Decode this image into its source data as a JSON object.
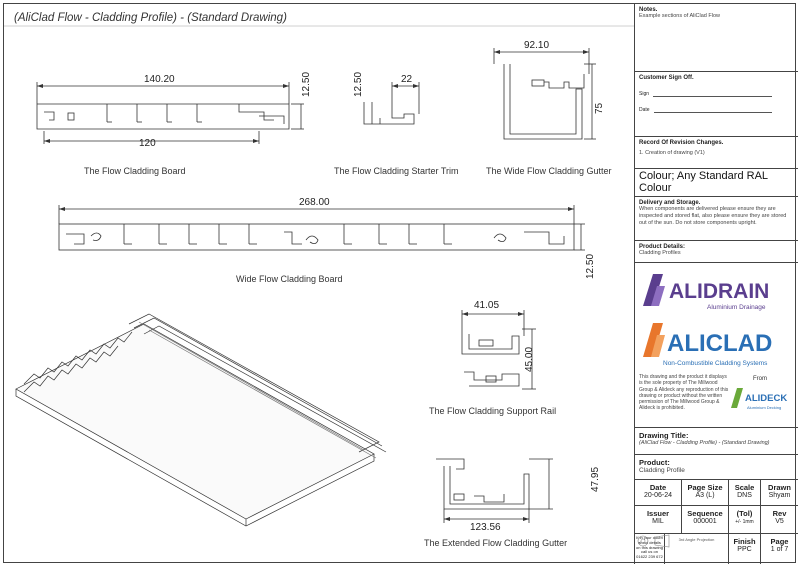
{
  "title": "(AliClad Flow - Cladding Profile) - (Standard Drawing)",
  "profiles": {
    "board": {
      "label": "The Flow Cladding Board",
      "dim_width": "140.20",
      "dim_height": "12.50",
      "dim_bottom": "120"
    },
    "starter": {
      "label": "The Flow Cladding Starter Trim",
      "dim_width": "22",
      "dim_height": "12.50"
    },
    "gutter": {
      "label": "The Wide Flow Cladding Gutter",
      "dim_width": "92.10",
      "dim_height": "75"
    },
    "wide_board": {
      "label": "Wide Flow Cladding Board",
      "dim_width": "268.00",
      "dim_height": "12.50"
    },
    "support_rail": {
      "label": "The Flow Cladding Support Rail",
      "dim_width": "41.05",
      "dim_height": "45.00"
    },
    "extended_gutter": {
      "label": "The Extended Flow Cladding Gutter",
      "dim_width": "123.56",
      "dim_height": "47.95"
    }
  },
  "title_block": {
    "notes_heading": "Notes.",
    "notes_text": "Example sections of AliClad Flow",
    "signoff_heading": "Customer Sign Off.",
    "sign_label": "Sign",
    "date_label": "Date",
    "revision_heading": "Record Of Revision Changes.",
    "revision_item": "1.        Creation of drawing (V1)",
    "colour": "Colour; Any Standard RAL Colour",
    "delivery_heading": "Delivery and Storage.",
    "delivery_text": "When components are delivered please ensure they are inspected and stored flat, also please ensure they are stored out of the sun. Do not store components upright.",
    "product_details_heading": "Product Details:",
    "product_details_text": "Cladding Profiles",
    "alidrain_name": "ALIDRAIN",
    "alidrain_sub": "Aluminium Drainage",
    "aliclad_name": "ALICLAD",
    "aliclad_sub": "Non-Combustible Cladding Systems",
    "from_label": "From",
    "disclaimer": "This drawing and the product it displays is the sole property of The Millwood Group & Alideck any reproduction of this drawing or product without the written permission of The Millwood Group & Alideck is prohibited.",
    "alideck_name": "ALIDECK",
    "alideck_sub": "Aluminium Decking",
    "drawing_title_heading": "Drawing Title:",
    "drawing_title_text": "(AliClad Flow - Cladding Profile) - (Standard Drawing)",
    "product_heading": "Product:",
    "product_text": "Cladding Profile",
    "date_h": "Date",
    "date_v": "20-06-24",
    "pagesize_h": "Page Size",
    "pagesize_v": "A3 (L)",
    "scale_h": "Scale",
    "scale_v": "DNS",
    "drawn_h": "Drawn",
    "drawn_v": "Shyam",
    "issuer_h": "Issuer",
    "issuer_v": "MIL",
    "sequence_h": "Sequence",
    "sequence_v": "000001",
    "tol_h": "(Tol)",
    "tol_v": "+/- 1mm",
    "rev_h": "Rev",
    "rev_v": "V5",
    "contact_text": "If in your doubt about details on this drawing call us on 01622 239 672",
    "projection_text": "3rd Angle Projection",
    "finish_h": "Finish",
    "finish_v": "PPC",
    "page_h": "Page",
    "page_v": "1 of 7"
  },
  "colors": {
    "line": "#333333",
    "alidrain_purple": "#5a3e8e",
    "aliclad_orange": "#e8762c",
    "aliclad_blue": "#2a6fb5",
    "alideck_green": "#6aa93a"
  }
}
